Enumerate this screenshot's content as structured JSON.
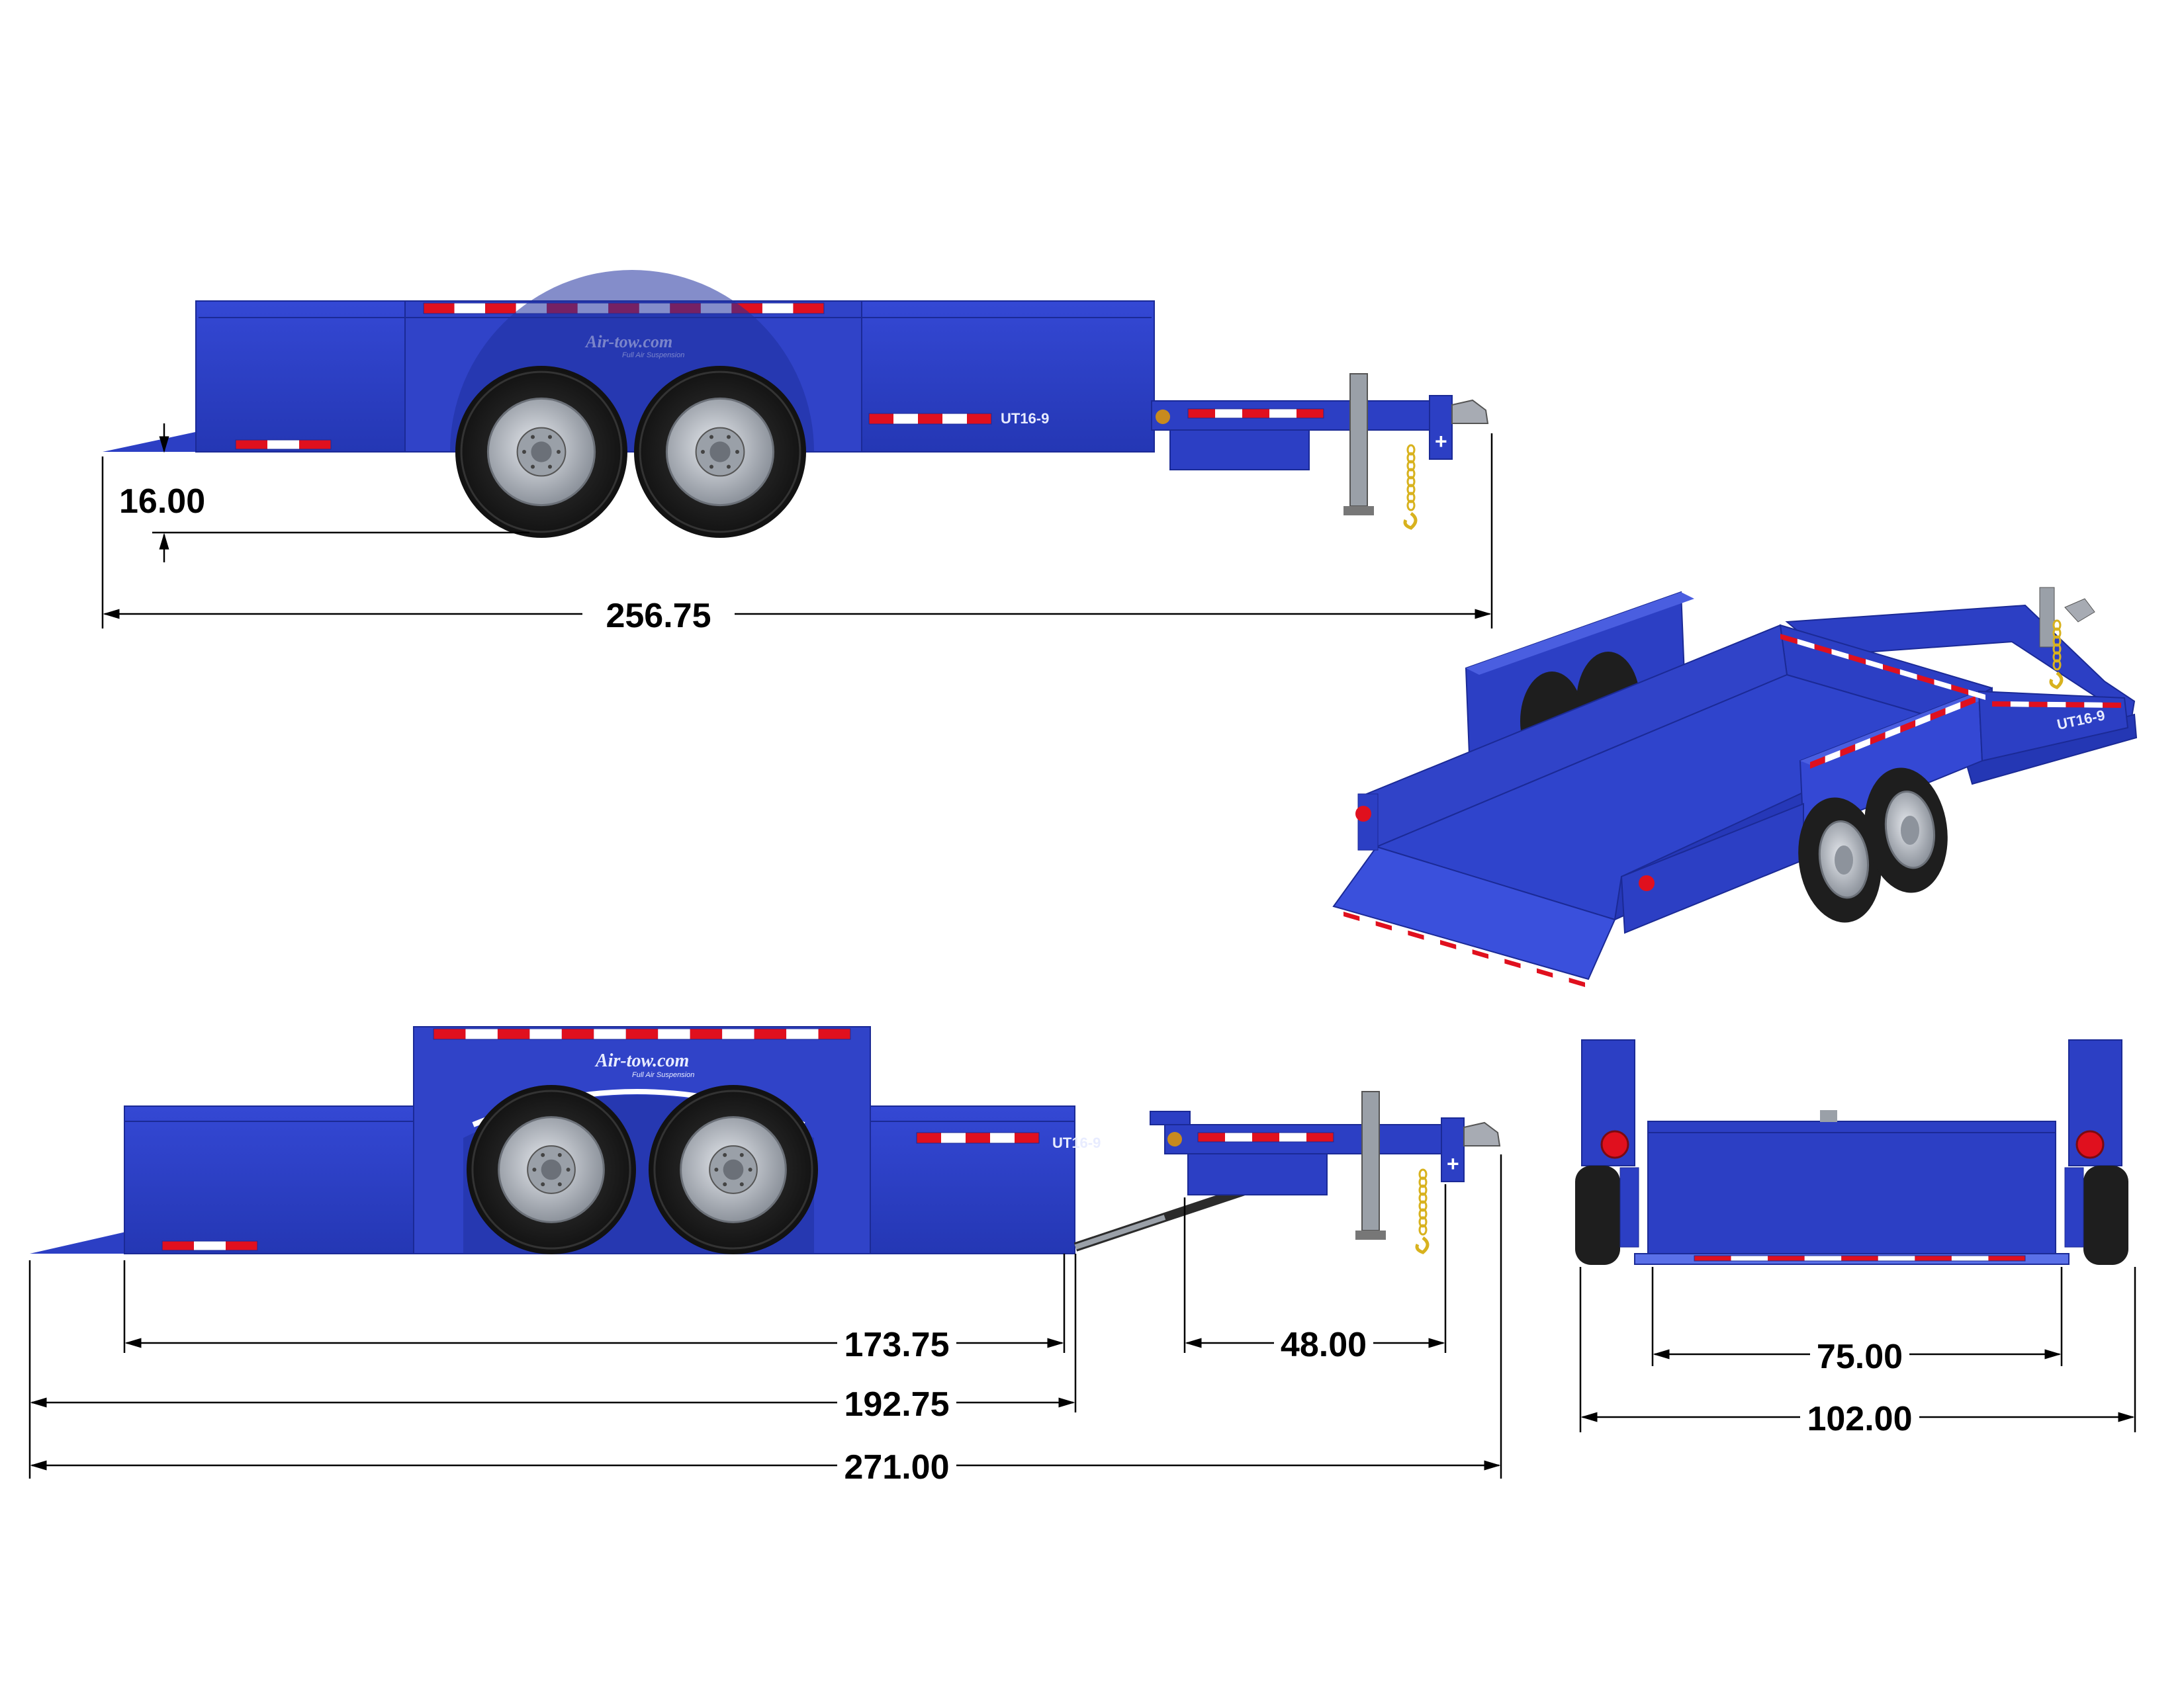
{
  "brand": {
    "logo": "Air-tow.com",
    "tagline": "Full Air Suspension",
    "model": "UT16-9"
  },
  "colors": {
    "trailer": "#2c3fc4",
    "trailer_dark": "#1b2a96",
    "trailer_light": "#4a5ee0",
    "reflector_red": "#e0101e",
    "reflector_white": "#ffffff",
    "tire": "#1e1e1e",
    "rim": "#b9bec6",
    "chain": "#d8b21e"
  },
  "dimensions": {
    "top_deck_height": "16.00",
    "top_overall_length": "256.75",
    "bottom_deck_length": "173.75",
    "bottom_tongue_length": "48.00",
    "bottom_bed_length": "192.75",
    "bottom_overall_length": "271.00",
    "rear_inner_width": "75.00",
    "rear_overall_width": "102.00"
  }
}
